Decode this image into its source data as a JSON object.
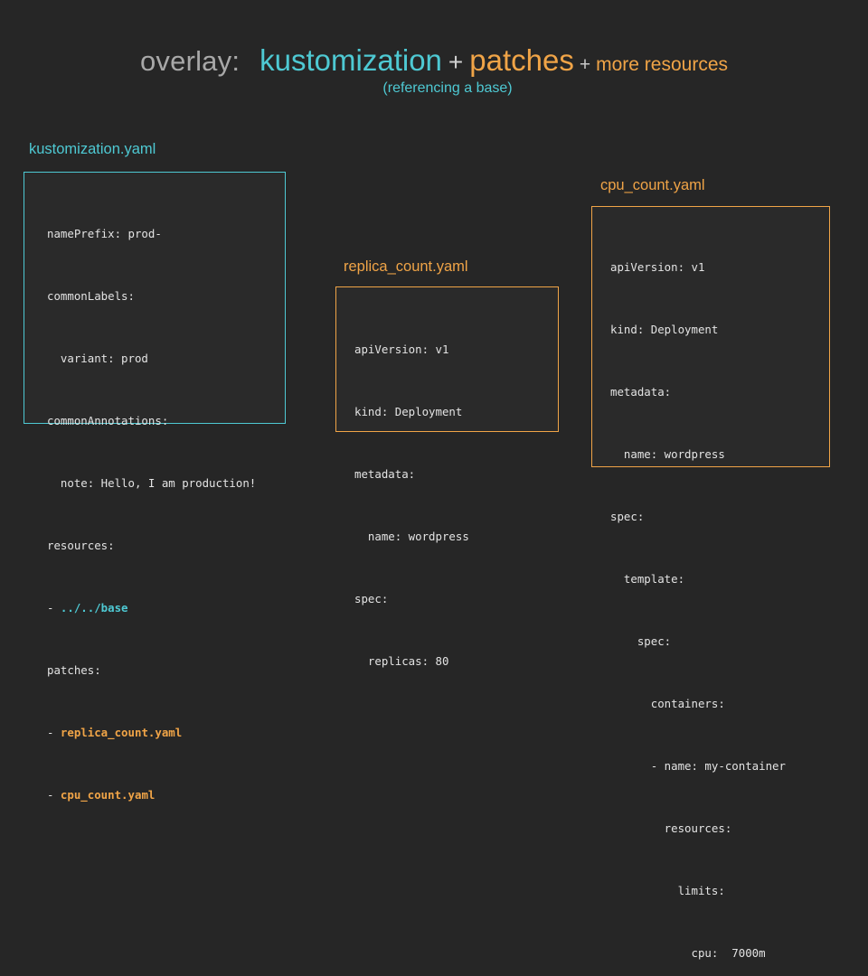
{
  "colors": {
    "background": "#262626",
    "panel_background": "#2a2a2a",
    "cyan": "#4ec9d3",
    "orange": "#f0a447",
    "gray_text": "#a8a8a8",
    "code_text": "#e3e3e3"
  },
  "heading": {
    "label": "overlay:",
    "kustomization": "kustomization",
    "plus_1": "+",
    "patches": "patches",
    "plus_2": "+",
    "more_resources": "more resources",
    "subtitle": "(referencing a base)"
  },
  "panels": [
    {
      "id": "kustomization",
      "title": "kustomization.yaml",
      "accent": "#4ec9d3",
      "lines": [
        {
          "text": "namePrefix: prod-"
        },
        {
          "text": "commonLabels:"
        },
        {
          "text": "  variant: prod"
        },
        {
          "text": "commonAnnotations:"
        },
        {
          "text": "  note: Hello, I am production!"
        },
        {
          "text": "resources:"
        },
        {
          "prefix": "- ",
          "token": "../../base",
          "token_style": "cyan"
        },
        {
          "text": "patches:"
        },
        {
          "prefix": "- ",
          "token": "replica_count.yaml",
          "token_style": "orange"
        },
        {
          "prefix": "- ",
          "token": "cpu_count.yaml",
          "token_style": "orange"
        }
      ]
    },
    {
      "id": "replica",
      "title": "replica_count.yaml",
      "accent": "#f0a447",
      "lines": [
        {
          "text": "apiVersion: v1"
        },
        {
          "text": "kind: Deployment"
        },
        {
          "text": "metadata:"
        },
        {
          "text": "  name: wordpress"
        },
        {
          "text": "spec:"
        },
        {
          "text": "  replicas: 80"
        }
      ]
    },
    {
      "id": "cpu",
      "title": "cpu_count.yaml",
      "accent": "#f0a447",
      "lines": [
        {
          "text": "apiVersion: v1"
        },
        {
          "text": "kind: Deployment"
        },
        {
          "text": "metadata:"
        },
        {
          "text": "  name: wordpress"
        },
        {
          "text": "spec:"
        },
        {
          "text": "  template:"
        },
        {
          "text": "    spec:"
        },
        {
          "text": "      containers:"
        },
        {
          "text": "      - name: my-container"
        },
        {
          "text": "        resources:"
        },
        {
          "text": "          limits:"
        },
        {
          "text": "            cpu:  7000m"
        }
      ]
    }
  ]
}
